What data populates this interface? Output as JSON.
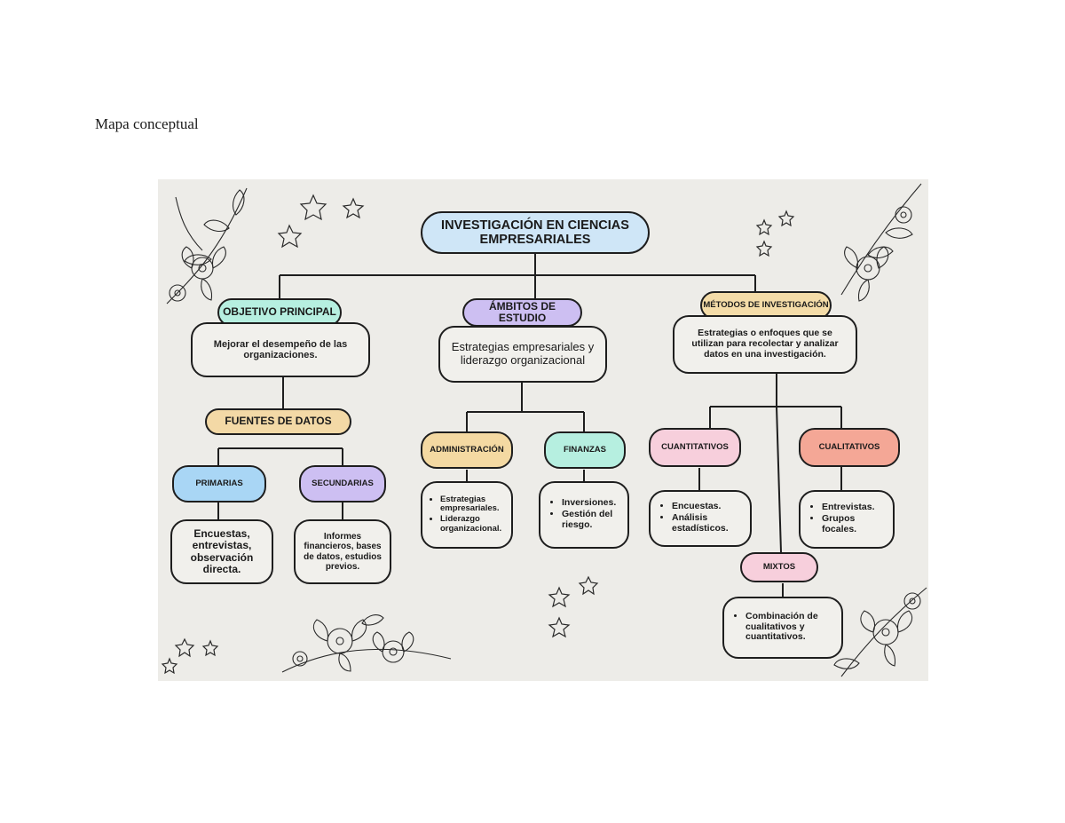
{
  "page": {
    "heading": "Mapa conceptual"
  },
  "map": {
    "root": "INVESTIGACIÓN EN CIENCIAS EMPRESARIALES",
    "objetivo": {
      "label": "OBJETIVO PRINCIPAL",
      "desc": "Mejorar el desempeño de las organizaciones.",
      "fuentes": {
        "label": "FUENTES DE DATOS",
        "primarias": {
          "label": "PRIMARIAS",
          "desc": "Encuestas, entrevistas, observación directa."
        },
        "secundarias": {
          "label": "SECUNDARIAS",
          "desc": "Informes financieros, bases de datos, estudios previos."
        }
      }
    },
    "ambitos": {
      "label": "ÁMBITOS DE ESTUDIO",
      "desc": "Estrategias empresariales y liderazgo organizacional",
      "administracion": {
        "label": "ADMINISTRACIÓN",
        "items": [
          "Estrategias empresariales.",
          "Liderazgo organizacional."
        ]
      },
      "finanzas": {
        "label": "FINANZAS",
        "items": [
          "Inversiones.",
          "Gestión del riesgo."
        ]
      }
    },
    "metodos": {
      "label": "MÉTODOS DE INVESTIGACIÓN",
      "desc": "Estrategias o enfoques que se utilizan para recolectar y analizar datos en una investigación.",
      "cuantitativos": {
        "label": "CUANTITATIVOS",
        "items": [
          "Encuestas.",
          "Análisis estadísticos."
        ]
      },
      "cualitativos": {
        "label": "CUALITATIVOS",
        "items": [
          "Entrevistas.",
          "Grupos focales."
        ]
      },
      "mixtos": {
        "label": "MIXTOS",
        "items": [
          "Combinación de cualitativos y cuantitativos."
        ]
      }
    }
  },
  "colors": {
    "background": "#edece8",
    "root": "#cfe6f7",
    "objetivo": "#b6efe0",
    "ambitos": "#cdbff2",
    "metodos": "#f4dca8",
    "fuentes": "#f3d9a6",
    "primarias": "#a9d6f5",
    "secundarias": "#cdbff2",
    "administracion": "#f4d9a2",
    "finanzas": "#b6efe0",
    "cuantitativos": "#f7cfdc",
    "cualitativos": "#f4a796",
    "mixtos": "#f7cfdc"
  }
}
